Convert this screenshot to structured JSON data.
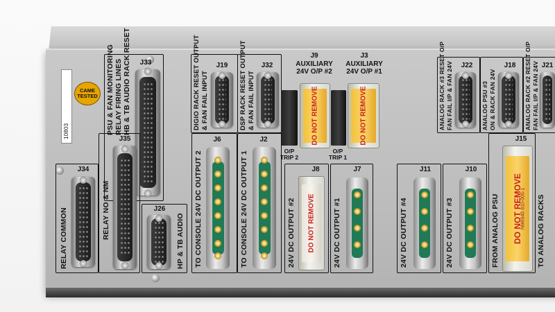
{
  "badge": {
    "line1": "CAME",
    "line2": "TESTED"
  },
  "serial": "10803",
  "connectors": {
    "j33": {
      "id": "J33",
      "label_lines": [
        "PSU & FAN MONITORING",
        "RELAY FIRING LINES",
        "HB & TB AUDIO RACK RESET"
      ]
    },
    "j34": {
      "id": "J34",
      "label": "RELAY COMMON"
    },
    "j35": {
      "id": "J35",
      "label": "RELAY NO & NM"
    },
    "j26": {
      "id": "J26",
      "label": "HP & TB AUDIO"
    },
    "j19": {
      "id": "J19",
      "label_lines": [
        "DIGIO RACK RESET OUTPUT",
        "& FAN FAIL INPUT"
      ]
    },
    "j32": {
      "id": "J32",
      "label_lines": [
        "DSP RACK RESET OUTPUT",
        "& FAN FAIL INPUT"
      ]
    },
    "j6": {
      "id": "J6",
      "label": "TO CONSOLE 24V DC OUTPUT 2"
    },
    "j2": {
      "id": "J2",
      "label": "TO CONSOLE 24V DC OUTPUT 1"
    },
    "j9": {
      "id": "J9",
      "label_lines": [
        "AUXILIARY",
        "24V O/P #2"
      ]
    },
    "j3": {
      "id": "J3",
      "label_lines": [
        "AUXILIARY",
        "24V O/P #1"
      ]
    },
    "trip2": "O/P TRIP 2",
    "trip1": "O/P TRIP 1",
    "j8": {
      "id": "J8",
      "label": "24V DC OUTPUT #2"
    },
    "j7": {
      "id": "J7",
      "label": "24V DC OUTPUT #1"
    },
    "j11": {
      "id": "J11",
      "label": "24V DC OUTPUT #4"
    },
    "j10": {
      "id": "J10",
      "label": "24V DC OUTPUT #3"
    },
    "j22": {
      "id": "J22",
      "label_lines": [
        "ANALOG RACK #3 RESET O/P",
        "FAN FAIL I/P & FAN 24V"
      ]
    },
    "j18": {
      "id": "J18",
      "label_lines": [
        "ANALOG PSU #3",
        "ON & RACK FAN 24V"
      ]
    },
    "j21": {
      "id": "J21",
      "label_lines": [
        "ANALOG RACK #2 RESET O/P",
        "FAN FAIL I/P & FAN 24V"
      ]
    },
    "j15": {
      "id": "J15",
      "label": "FROM ANALOG PSU"
    },
    "to_racks": "TO ANALOG RACKS"
  },
  "fuse_warning": "DO NOT REMOVE",
  "fuse_code": "NM6945 810-005-1"
}
